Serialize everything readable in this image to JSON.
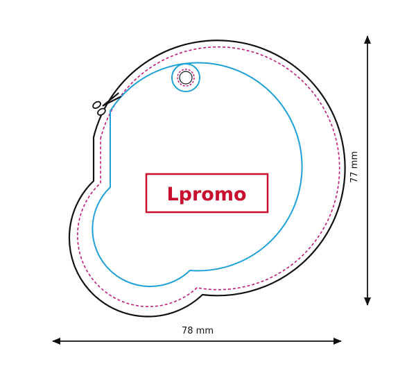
{
  "logo": {
    "text": "Lpromo",
    "color": "#c8102e"
  },
  "dimensions": {
    "width_label": "78 mm",
    "height_label": "77 mm"
  },
  "colors": {
    "cut_line": "#111111",
    "safe_line": "#c2187a",
    "bleed_line": "#1ea0d8"
  },
  "icons": {
    "cut_marker": "scissors-icon",
    "hang_hole": "hole-icon"
  }
}
